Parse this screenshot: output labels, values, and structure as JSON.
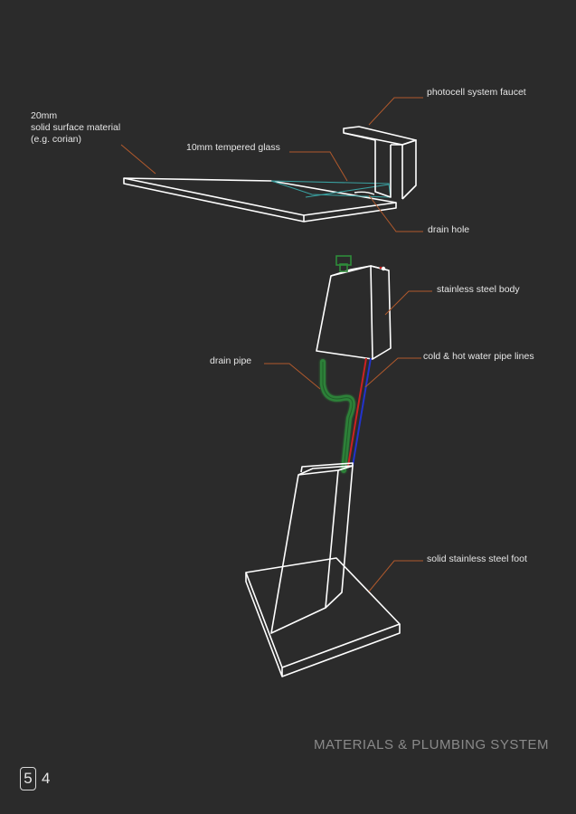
{
  "labels": {
    "faucet": "photocell system faucet",
    "corian_line1": "20mm",
    "corian_line2": "solid surface material",
    "corian_line3": "(e.g. corian)",
    "glass": "10mm tempered glass",
    "drain_hole": "drain hole",
    "body": "stainless steel body",
    "drain_pipe": "drain pipe",
    "water_lines": "cold & hot water pipe lines",
    "foot": "solid stainless steel foot"
  },
  "footer": {
    "title": "MATERIALS & PLUMBING SYSTEM",
    "page_badge": "5",
    "page_rest": "4"
  },
  "colors": {
    "background": "#2b2b2b",
    "outline": "#ffffff",
    "leader": "#b0592c",
    "drain_pipe": "#2e8b3a",
    "cold_line": "#2233cc",
    "hot_line": "#cc2222",
    "glass": "#3aa0a0"
  }
}
